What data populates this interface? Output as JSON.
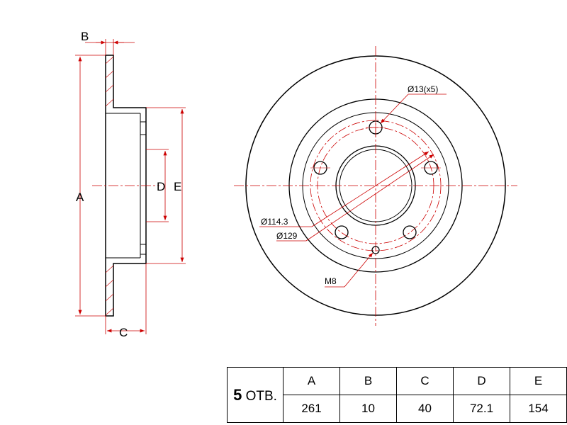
{
  "side_view": {
    "dim_labels": {
      "a": "A",
      "b": "B",
      "c": "C",
      "d": "D",
      "e": "E"
    }
  },
  "front_view": {
    "callouts": {
      "bolt_holes": "Ø13(x5)",
      "pcd": "Ø114.3",
      "center_bore_ring": "Ø129",
      "thread": "M8"
    }
  },
  "spec_table": {
    "holes_count": "5",
    "holes_unit": "ОТВ.",
    "headers": [
      "A",
      "B",
      "C",
      "D",
      "E"
    ],
    "values": [
      "261",
      "10",
      "40",
      "72.1",
      "154"
    ]
  },
  "colors": {
    "outline": "#000000",
    "dimension": "#cc0000"
  }
}
